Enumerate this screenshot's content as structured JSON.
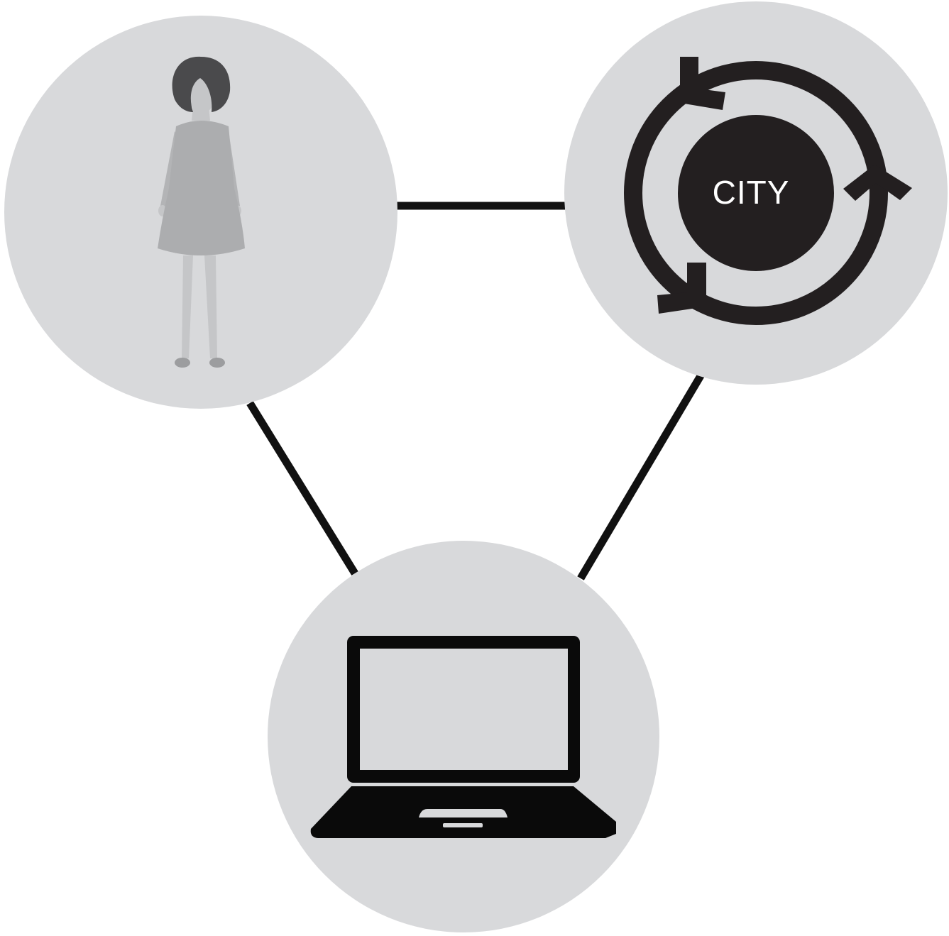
{
  "diagram": {
    "nodes": {
      "person": {
        "icon": "woman-figure-icon"
      },
      "city": {
        "icon": "city-cycle-icon",
        "label": "CITY"
      },
      "laptop": {
        "icon": "laptop-icon"
      }
    },
    "edges": [
      {
        "from": "person",
        "to": "city"
      },
      {
        "from": "person",
        "to": "laptop"
      },
      {
        "from": "city",
        "to": "laptop"
      }
    ]
  },
  "colors": {
    "node_fill": "#d8d9db",
    "line": "#111111",
    "city_core": "#231f20",
    "city_label": "#ffffff",
    "person_hair": "#4a4a4c",
    "person_skin": "#c5c6c8",
    "person_dress": "#acadaf",
    "laptop_body": "#0a0a0a",
    "laptop_screen": "#d8d9db"
  }
}
